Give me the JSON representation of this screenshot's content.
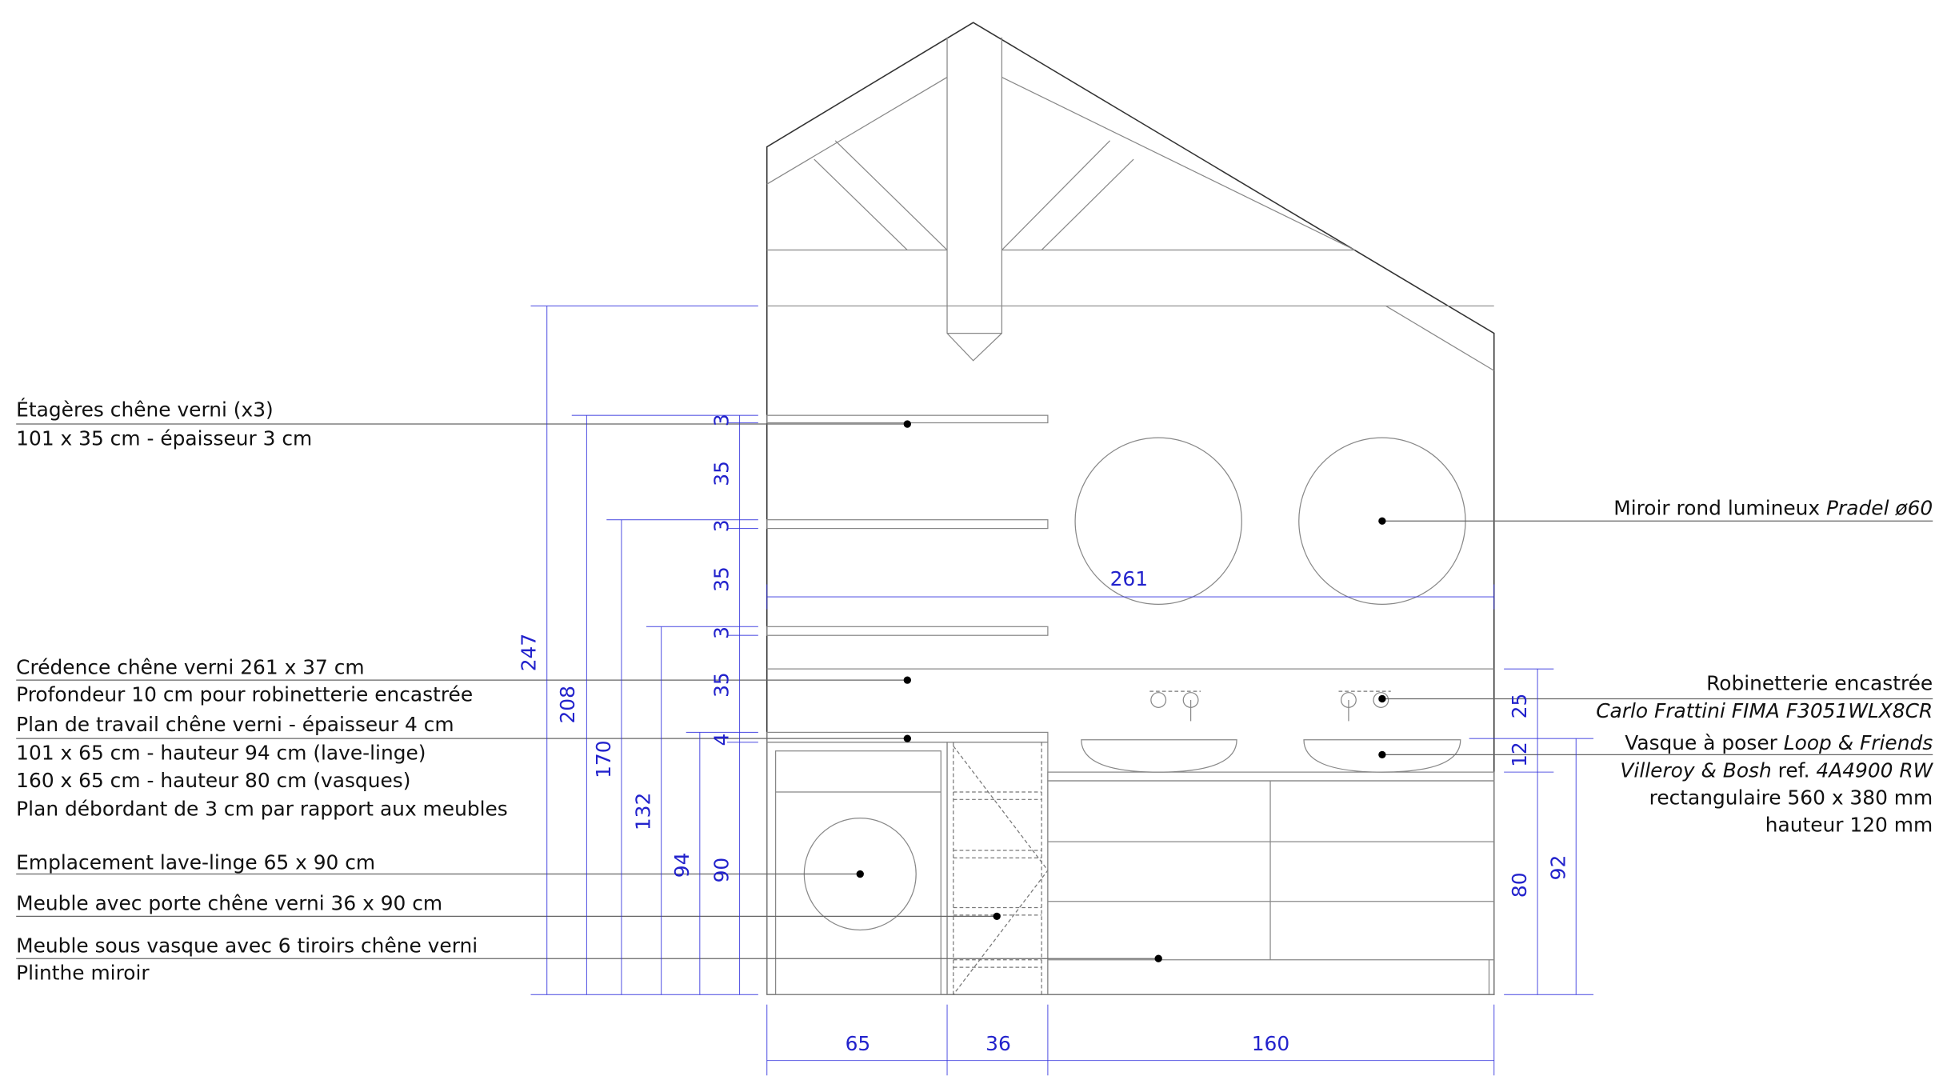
{
  "labels_left": {
    "etageres_1": "Étagères chêne verni (x3)",
    "etageres_2": "101 x 35 cm - épaisseur 3 cm",
    "credence_1": "Crédence chêne verni 261 x 37 cm",
    "credence_2": "Profondeur 10 cm pour robinetterie encastrée",
    "plan_1": "Plan de travail chêne verni - épaisseur 4 cm",
    "plan_2": "101 x 65 cm - hauteur 94 cm (lave-linge)",
    "plan_3": "160 x 65 cm - hauteur 80 cm (vasques)",
    "plan_4": "Plan débordant de 3 cm par rapport aux meubles",
    "lave_linge": "Emplacement lave-linge 65 x 90 cm",
    "meuble_porte": "Meuble avec porte chêne verni 36 x 90 cm",
    "meuble_vasque": "Meuble sous vasque avec 6 tiroirs chêne verni",
    "plinthe": "Plinthe miroir"
  },
  "labels_right": {
    "miroir": "Miroir rond lumineux ",
    "miroir_brand": "Pradel ø60",
    "robinet_1": "Robinetterie encastrée",
    "robinet_2": "Carlo Frattini FIMA F3051WLX8CR",
    "vasque_1": "Vasque à poser ",
    "vasque_1_brand": "Loop & Friends",
    "vasque_2_brand": "Villeroy & Bosh",
    "vasque_2_ref": " ref. ",
    "vasque_2_code": "4A4900 RW",
    "vasque_3": "rectangulaire 560 x 380 mm",
    "vasque_4": "hauteur 120 mm"
  },
  "dimensions": {
    "h247": "247",
    "h208": "208",
    "h170": "170",
    "h132": "132",
    "h94": "94",
    "h90": "90",
    "s3a": "3",
    "s35a": "35",
    "s3b": "3",
    "s35b": "35",
    "s3c": "3",
    "s35c": "35",
    "s4": "4",
    "w261": "261",
    "w65": "65",
    "w36": "36",
    "w160": "160",
    "r25": "25",
    "r12": "12",
    "r80": "80",
    "r92": "92"
  }
}
